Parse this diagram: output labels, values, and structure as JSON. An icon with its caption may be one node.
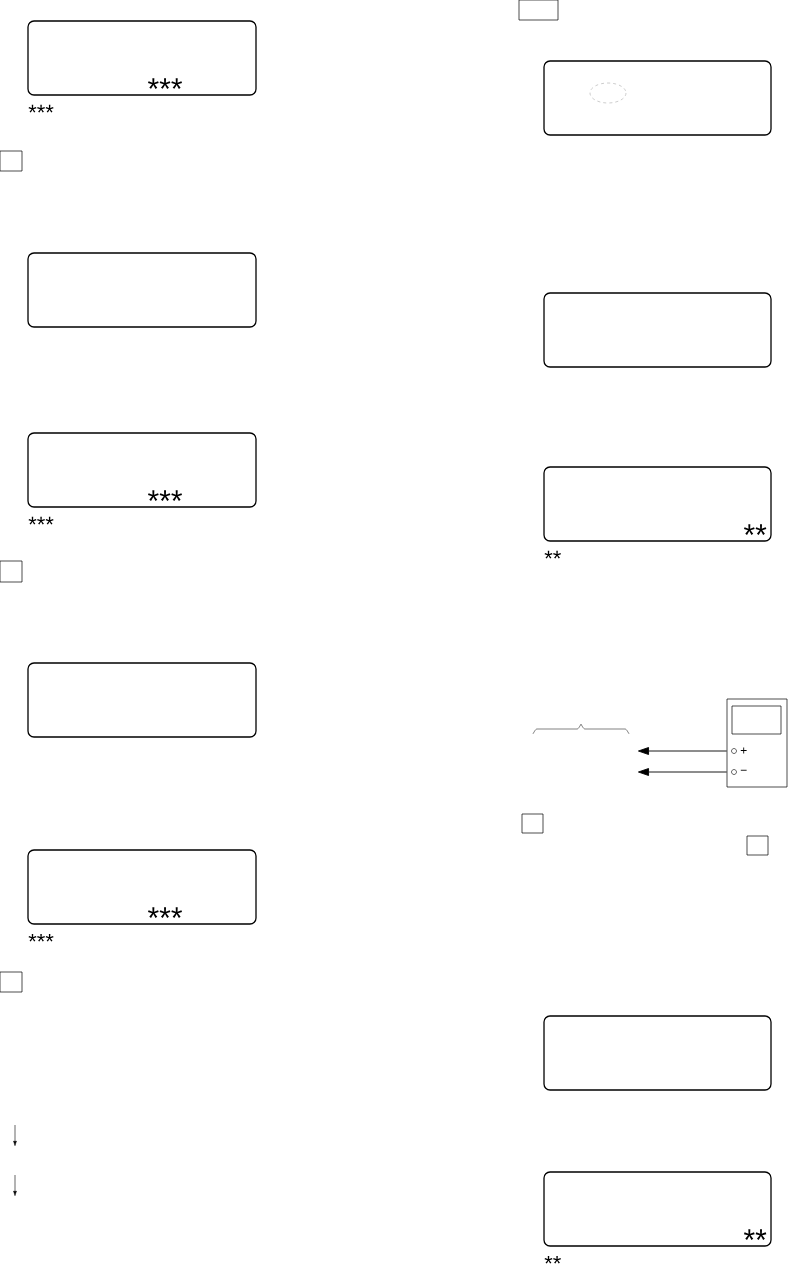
{
  "diagram": {
    "nodes": [
      {
        "text": [
          "***"
        ],
        "beside": [
          "***"
        ]
      },
      {
        "text": [],
        "shape": "box"
      },
      {
        "text": [
          "***"
        ],
        "beside": [
          "***"
        ]
      },
      {
        "text": [],
        "shape": "box"
      },
      {
        "text": [
          "***"
        ],
        "beside": [
          "***"
        ]
      },
      {
        "text": [],
        "shape": "box"
      },
      {
        "text": [],
        "shape": "box"
      },
      {
        "text": [
          "**"
        ],
        "beside": [
          "**"
        ]
      },
      {
        "text": [
          "+",
          "−"
        ]
      },
      {
        "text": [],
        "shape": "box"
      },
      {
        "text": [
          "**"
        ],
        "beside": [
          "**"
        ]
      }
    ],
    "edges": [
      {
        "from": 8,
        "to": null,
        "arrow": "to"
      },
      {
        "from": 8,
        "to": null,
        "arrow": "to"
      }
    ]
  }
}
